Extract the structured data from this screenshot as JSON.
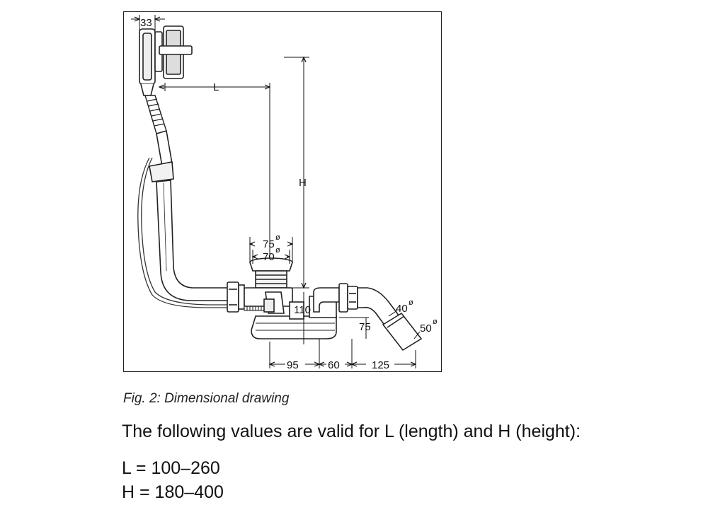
{
  "figure": {
    "labels": {
      "dim_33": "33",
      "dim_L": "L",
      "dim_H": "H",
      "dim_75": "75",
      "dim_70": "70",
      "dim_110": "110",
      "dim_75b": "75",
      "dim_40": "40",
      "dim_50": "50",
      "dim_95": "95",
      "dim_60": "60",
      "dim_125": "125",
      "diameter_symbol": "ø"
    }
  },
  "caption": "Fig. 2: Dimensional drawing",
  "intro": "The following values are valid for L (length) and H (height):",
  "ranges": {
    "L": "L = 100–260",
    "H": "H = 180–400"
  }
}
